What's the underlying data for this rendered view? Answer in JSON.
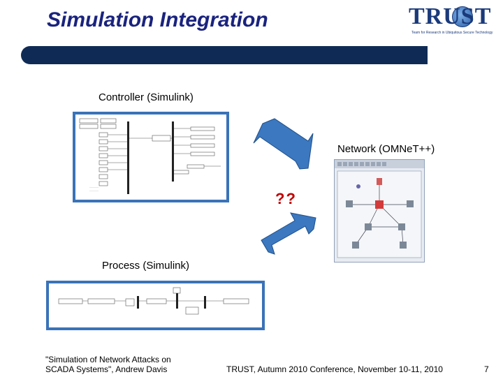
{
  "slide": {
    "title": "Simulation Integration",
    "logo_text": "TRUST",
    "logo_subtitle": "Team for Research in Ubiquitous Secure Technology"
  },
  "labels": {
    "controller": "Controller (Simulink)",
    "network": "Network (OMNeT++)",
    "process": "Process (Simulink)",
    "question": "??"
  },
  "footer": {
    "citation_line1": "\"Simulation of Network Attacks on",
    "citation_line2": "SCADA Systems\", Andrew Davis",
    "conference": "TRUST, Autumn 2010 Conference, November 10-11, 2010",
    "page": "7"
  },
  "colors": {
    "title": "#1a237e",
    "bar": "#0f2b55",
    "panel_border": "#3a73b8",
    "question": "#c00000",
    "arrow": "#3b78c0"
  },
  "icons": [
    "globe-icon",
    "bidirectional-arrow-icon"
  ]
}
